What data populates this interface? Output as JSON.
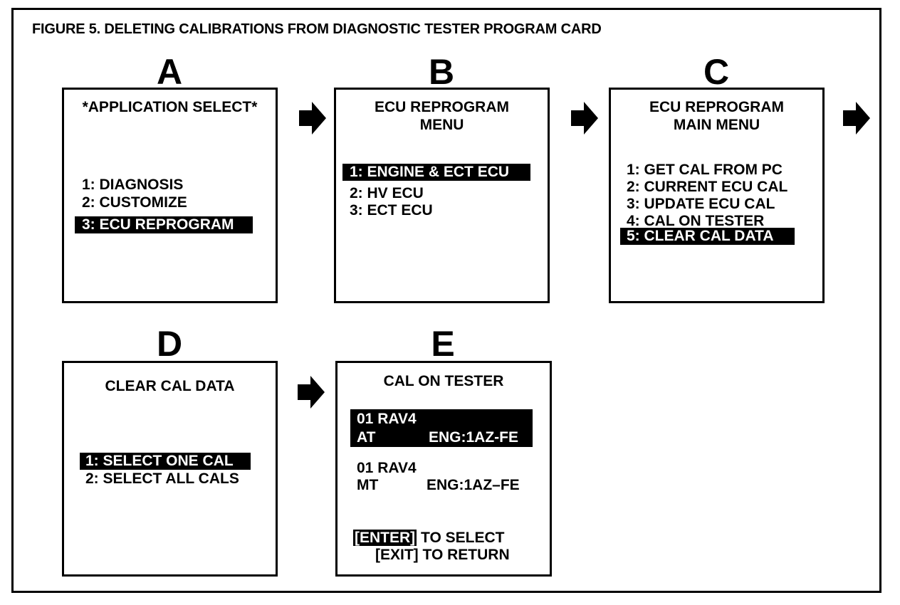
{
  "figure_title": "FIGURE 5.  DELETING CALIBRATIONS FROM DIAGNOSTIC TESTER PROGRAM CARD",
  "panels": {
    "a": {
      "letter": "A",
      "title": "*APPLICATION SELECT*",
      "items": [
        "1:  DIAGNOSIS",
        "2:  CUSTOMIZE",
        "3:  ECU REPROGRAM"
      ]
    },
    "b": {
      "letter": "B",
      "title1": "ECU REPROGRAM",
      "title2": "MENU",
      "items": [
        "1:  ENGINE & ECT ECU",
        "2:  HV ECU",
        "3:  ECT ECU"
      ]
    },
    "c": {
      "letter": "C",
      "title1": "ECU REPROGRAM",
      "title2": "MAIN MENU",
      "items": [
        "1:  GET CAL FROM PC",
        "2:  CURRENT ECU CAL",
        "3:  UPDATE ECU CAL",
        "4:  CAL ON TESTER",
        "5:  CLEAR CAL DATA"
      ]
    },
    "d": {
      "letter": "D",
      "title": "CLEAR CAL DATA",
      "items": [
        "1: SELECT ONE CAL",
        "2: SELECT ALL CALS"
      ]
    },
    "e": {
      "letter": "E",
      "title": "CAL ON TESTER",
      "entry1_line1": "01 RAV4",
      "entry1_trans": "AT",
      "entry1_eng": "ENG:1AZ-FE",
      "entry2_line1": "01 RAV4",
      "entry2_trans": "MT",
      "entry2_eng": "ENG:1AZ–FE",
      "enter_key": "[ENTER]",
      "enter_text": " TO SELECT",
      "exit_line": "[EXIT] TO RETURN"
    }
  },
  "arrow_icon": "right-arrow-icon"
}
